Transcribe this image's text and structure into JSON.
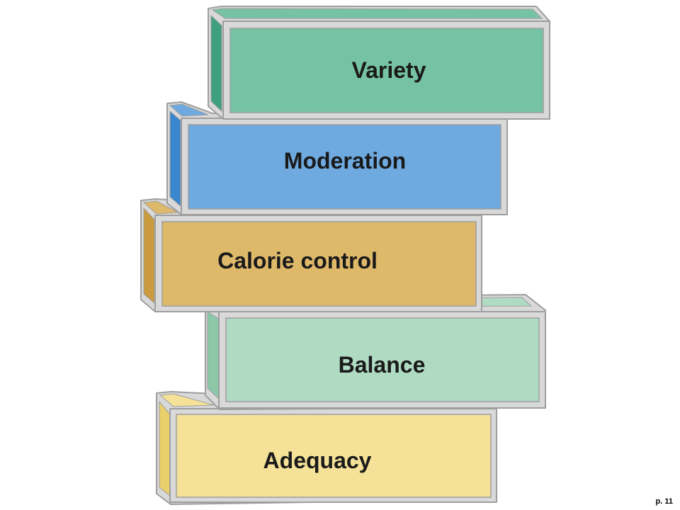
{
  "blocks": [
    {
      "id": "variety",
      "label": "Variety",
      "colors": {
        "face": "#76c2a5",
        "side": "#3f9f7e",
        "top": "#76c2a5"
      }
    },
    {
      "id": "moderation",
      "label": "Moderation",
      "colors": {
        "face": "#6eaae0",
        "side": "#3a86cf",
        "top": "#6eaae0"
      }
    },
    {
      "id": "calorie-control",
      "label": "Calorie control",
      "colors": {
        "face": "#dfb96a",
        "side": "#c99a3e",
        "top": "#dfb96a"
      }
    },
    {
      "id": "balance",
      "label": "Balance",
      "colors": {
        "face": "#b0dbc3",
        "side": "#8cc8a8",
        "top": "#b0dbc3"
      }
    },
    {
      "id": "adequacy",
      "label": "Adequacy",
      "colors": {
        "face": "#f5e298",
        "side": "#ead06a",
        "top": "#f5e298"
      }
    }
  ],
  "frame_color": "#d9d9d9",
  "frame_outline": "#9e9e9e",
  "page_number": "p. 11"
}
